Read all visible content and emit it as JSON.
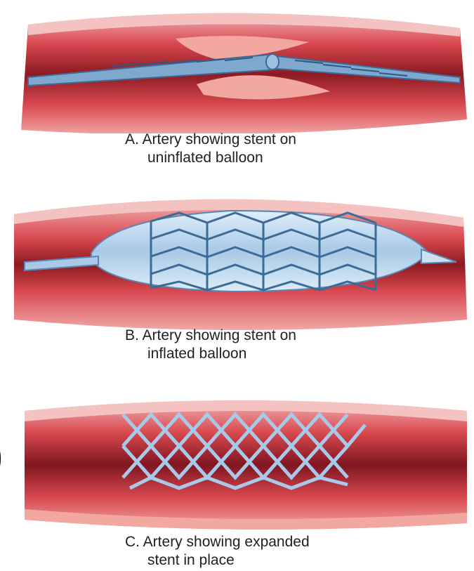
{
  "panels": [
    {
      "id": "A",
      "caption_line1": "A. Artery showing stent on",
      "caption_line2": "uninflated balloon"
    },
    {
      "id": "B",
      "caption_line1": "B. Artery showing stent on",
      "caption_line2": "inflated balloon"
    },
    {
      "id": "C",
      "caption_line1": "C. Artery showing expanded",
      "caption_line2": "stent in place"
    }
  ],
  "colors": {
    "artery_outer": "#e8868a",
    "artery_wall": "#c9343f",
    "lumen_dark": "#8c1a22",
    "plaque": "#f2a8a0",
    "stent": "#6f9ec9",
    "balloon": "#b7d3ea"
  }
}
